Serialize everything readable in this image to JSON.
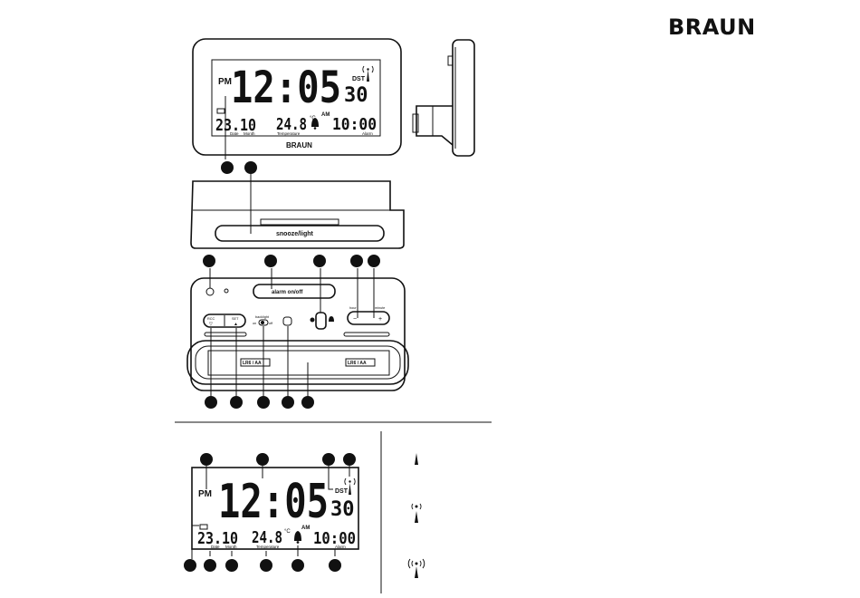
{
  "brand": "BRAUN",
  "top_display": {
    "logo": "BRAUN",
    "ampm": "PM",
    "time": "12:05",
    "seconds": "30",
    "dst": "DST",
    "date": "23.10",
    "date_label": "Date",
    "month_label": "Month",
    "temperature": "24.8",
    "temperature_unit": "°C",
    "temperature_label": "Temperature",
    "alarm_ampm": "AM",
    "alarm_time": "10:00",
    "alarm_label": "Alarm"
  },
  "top_bar": {
    "label": "snooze/light"
  },
  "back": {
    "alarm_button": "alarm on/off",
    "left_keys": [
      "RCC",
      "SET"
    ],
    "left_key_symbols": [
      "▽",
      "▲"
    ],
    "switch_label_top": "backlight",
    "switch_label_left": "on",
    "switch_label_right": "off",
    "right_keys": [
      "hour",
      "minute"
    ],
    "right_key_symbols": [
      "−",
      "+"
    ],
    "battery_labels": [
      "LR6 / AA",
      "LR6 / AA"
    ]
  },
  "bottom_display": {
    "ampm": "PM",
    "time": "12:05",
    "seconds": "30",
    "dst": "DST",
    "date": "23.10",
    "date_label": "Date",
    "month_label": "Month",
    "temperature": "24.8",
    "temperature_unit": "°C",
    "temperature_label": "Temperature",
    "alarm_ampm": "AM",
    "alarm_time": "10:00",
    "alarm_label": "Alarm"
  },
  "colors": {
    "ink": "#111111",
    "callout": "#1a1a1a",
    "screen_bg": "#ffffff"
  },
  "icons": [
    "antenna-icon",
    "antenna-signal-weak-icon",
    "antenna-signal-strong-icon",
    "bell-icon",
    "battery-icon"
  ]
}
